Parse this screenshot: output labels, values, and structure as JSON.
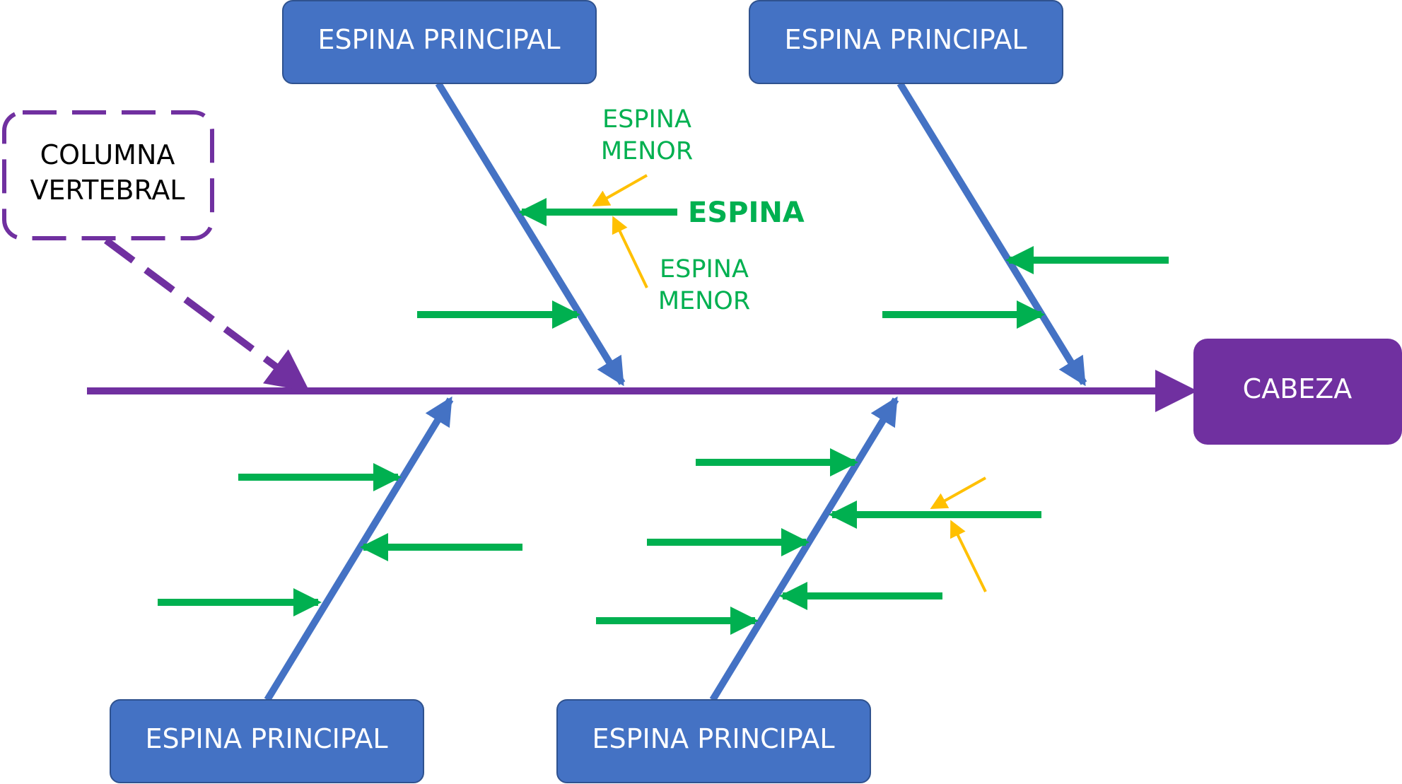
{
  "head": {
    "label": "CABEZA",
    "color": "#7030a0"
  },
  "spine": {
    "color": "#7030a0"
  },
  "callout": {
    "line1": "COLUMNA",
    "line2": "VERTEBRAL",
    "color": "#7030a0"
  },
  "main_bones": {
    "label": "ESPINA PRINCIPAL",
    "fill_color": "#4472c4",
    "items": [
      {
        "label": "ESPINA PRINCIPAL"
      },
      {
        "label": "ESPINA PRINCIPAL"
      },
      {
        "label": "ESPINA PRINCIPAL"
      },
      {
        "label": "ESPINA PRINCIPAL"
      }
    ]
  },
  "bone_label": {
    "text": "ESPINA",
    "color": "#00b050"
  },
  "minor_labels": [
    {
      "line1": "ESPINA",
      "line2": "MENOR"
    },
    {
      "line1": "ESPINA",
      "line2": "MENOR"
    }
  ],
  "minor_arrow_color": "#ffc000"
}
